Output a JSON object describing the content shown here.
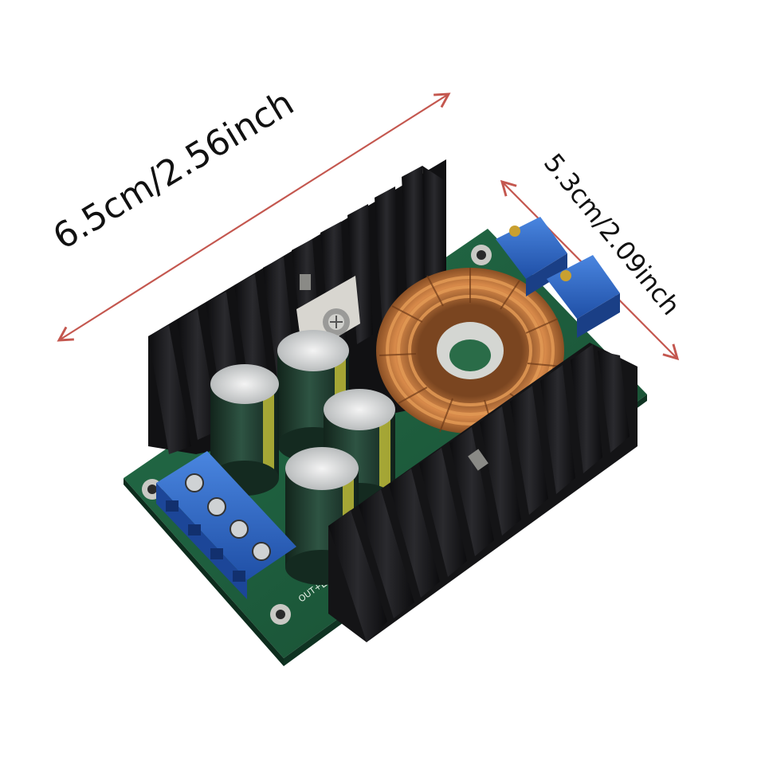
{
  "image": {
    "subject": "DC-DC step-down converter module photo with dimension arrows",
    "background_color": "#ffffff"
  },
  "dimensions": {
    "length_label": "6.5cm/2.56inch",
    "width_label": "5.3cm/2.09inch",
    "arrow_color": "#c4574f"
  },
  "board_markings": {
    "out_label": "OUT+"
  },
  "colors": {
    "pcb": "#1d5a3a",
    "heatsink": "#161618",
    "terminal_block": "#2d66c2",
    "potentiometer": "#2a55b8",
    "capacitor": "#1f3a2e",
    "copper_coil": "#c57a3f"
  }
}
